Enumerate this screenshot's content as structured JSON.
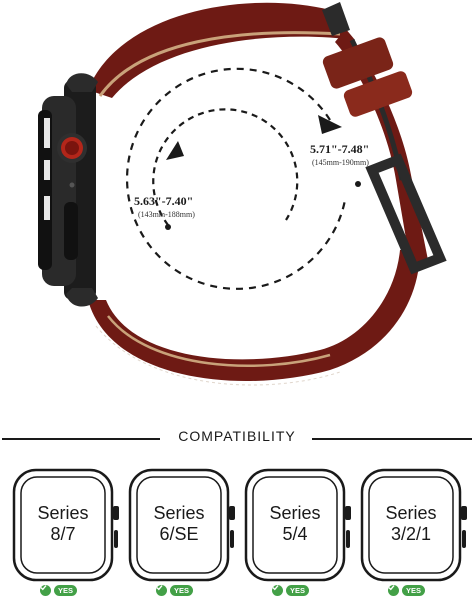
{
  "band": {
    "long_size": "5.71\"-7.48\"",
    "long_size_mm": "(145mm-190mm)",
    "short_size": "5.63\"-7.40\"",
    "short_size_mm": "(143mm-188mm)",
    "leather_color": "#6e1a14",
    "hardware_color": "#2b2b2b"
  },
  "compatibility": {
    "title": "COMPATIBILITY",
    "badge_color": "#43a047",
    "items": [
      {
        "line1": "Series",
        "line2": "8/7",
        "badge": "YES"
      },
      {
        "line1": "Series",
        "line2": "6/SE",
        "badge": "YES"
      },
      {
        "line1": "Series",
        "line2": "5/4",
        "badge": "YES"
      },
      {
        "line1": "Series",
        "line2": "3/2/1",
        "badge": "YES"
      }
    ]
  }
}
